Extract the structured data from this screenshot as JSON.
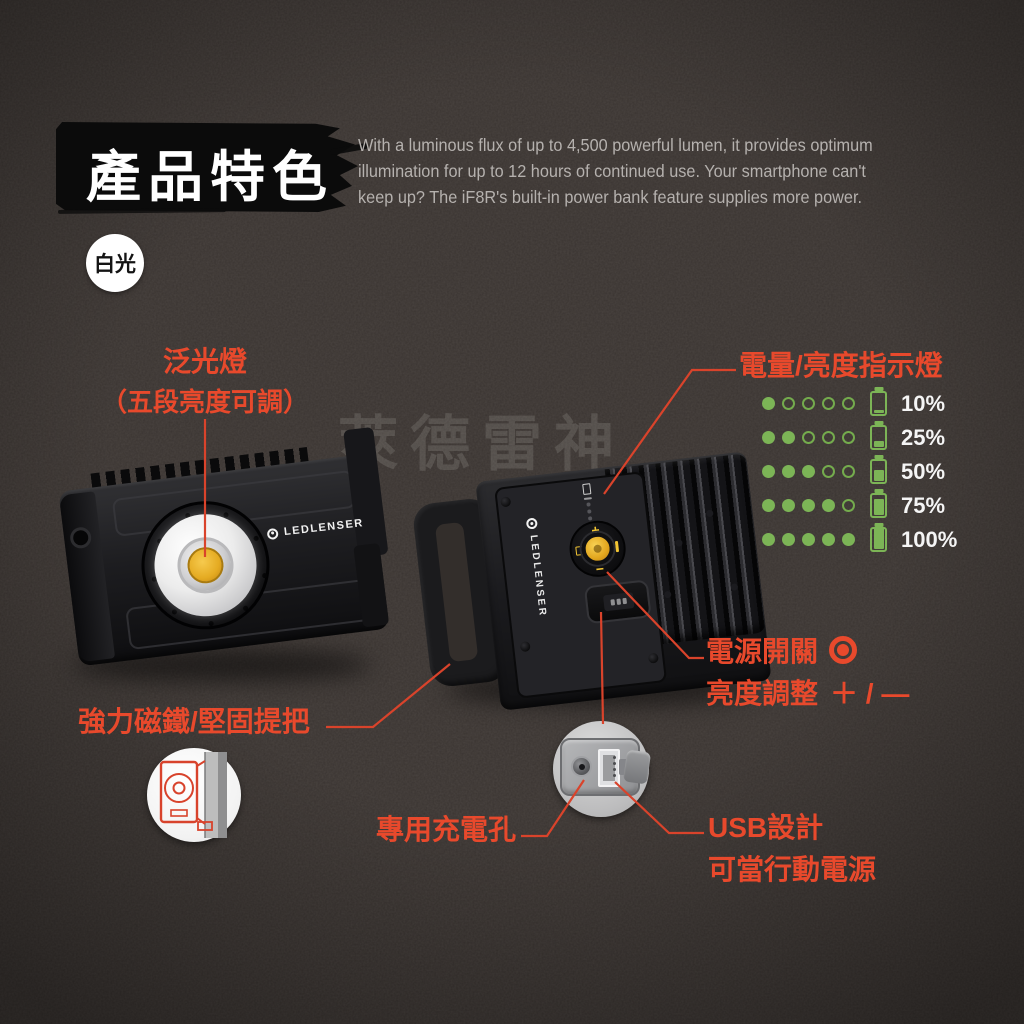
{
  "header": {
    "title": "產品特色",
    "description_lines": [
      "With a luminous flux of up to 4,500 powerful lumen, it provides optimum",
      "illumination for up to 12 hours of continued use. Your smartphone can't",
      "keep up? The iF8R's built-in power bank feature supplies more power."
    ]
  },
  "badges": {
    "white_light": "白光"
  },
  "watermark": "萊德雷神",
  "product": {
    "brand": "LEDLENSER",
    "control_plus": "+",
    "control_minus": "−"
  },
  "callouts": {
    "flood_light": {
      "title": "泛光燈",
      "subtitle": "（五段亮度可調）"
    },
    "battery_indicator": {
      "title": "電量/亮度指示燈"
    },
    "power": {
      "switch_label": "電源開關",
      "adjust_label": "亮度調整",
      "adjust_symbols": "＋ / —"
    },
    "magnet": {
      "label": "強力磁鐵/堅固提把"
    },
    "charge_port": {
      "label": "專用充電孔"
    },
    "usb": {
      "label": "USB設計",
      "sublabel": "可當行動電源"
    }
  },
  "battery_legend": {
    "dot_count": 5,
    "rows": [
      {
        "dots_on": 1,
        "fill_percent": 10,
        "label": "10%"
      },
      {
        "dots_on": 2,
        "fill_percent": 25,
        "label": "25%"
      },
      {
        "dots_on": 3,
        "fill_percent": 50,
        "label": "50%"
      },
      {
        "dots_on": 4,
        "fill_percent": 75,
        "label": "75%"
      },
      {
        "dots_on": 5,
        "fill_percent": 100,
        "label": "100%"
      }
    ]
  },
  "colors": {
    "accent_red": "#e8492c",
    "indicator_green": "#7cb456",
    "background": "#3a3431",
    "banner_black": "#0b0b0b"
  }
}
